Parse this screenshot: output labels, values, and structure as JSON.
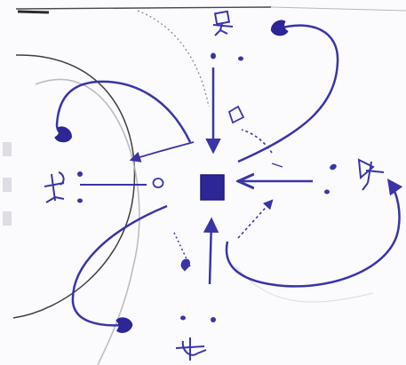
{
  "page": {
    "background": "#fbfbfd"
  },
  "colors": {
    "ink": "#3a34a8",
    "ink_fill": "#2c2696",
    "pencil": "#b4b4bc",
    "pencil_dark": "#6c6c74",
    "frame": "#2a2a2e"
  },
  "diagram": {
    "center": {
      "kind": "filled-square",
      "label": ""
    },
    "nodes": [
      {
        "id": "top",
        "kind": "stick-figure",
        "label": ""
      },
      {
        "id": "left",
        "kind": "stick-figure",
        "label": ""
      },
      {
        "id": "right",
        "kind": "stick-figure",
        "label": ""
      },
      {
        "id": "bottom",
        "kind": "stick-figure",
        "label": ""
      }
    ],
    "straight_arrows_count": 4,
    "curved_arrows_count": 4
  }
}
